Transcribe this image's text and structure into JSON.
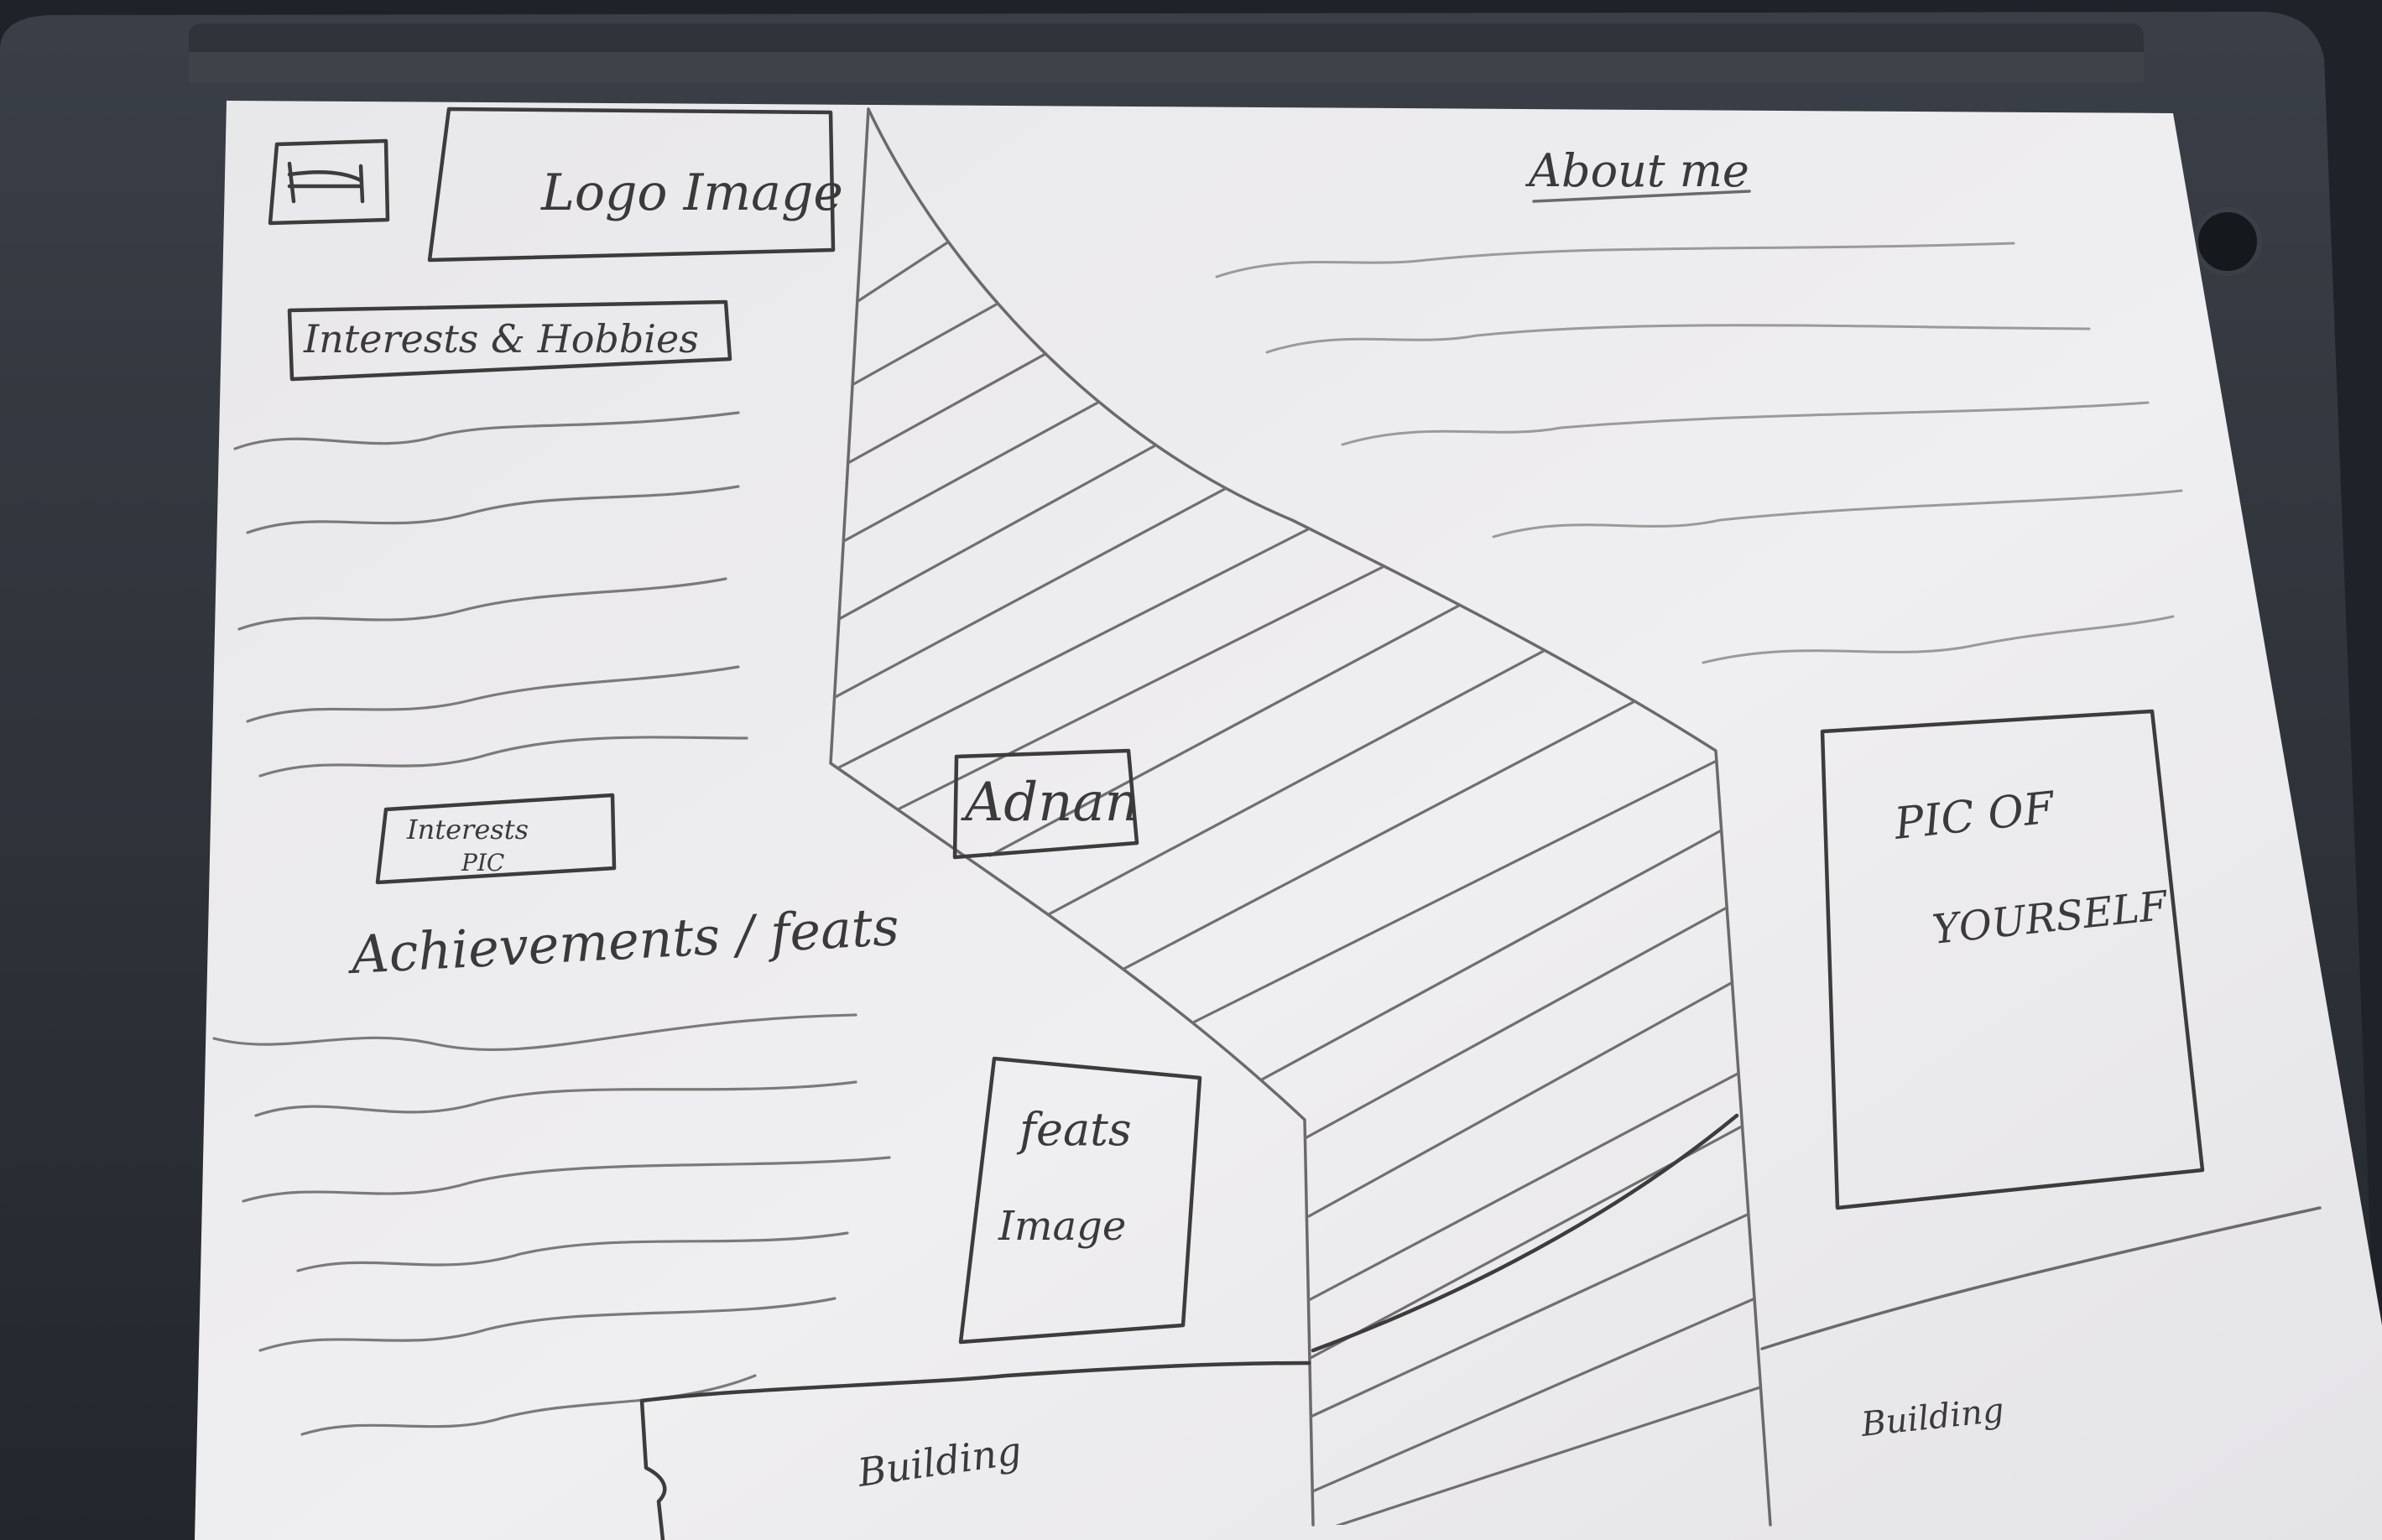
{
  "sketch": {
    "logo_mark": "H",
    "logo_image": "Logo Image",
    "interests_hobbies": "Interests & Hobbies",
    "interests_pic_line1": "Interests",
    "interests_pic_line2": "PIC",
    "achievements": "Achievements / feats",
    "about_me": "About me",
    "name": "Adnan",
    "feats_image_line1": "feats",
    "feats_image_line2": "Image",
    "pic_of_yourself_line1": "PIC OF",
    "pic_of_yourself_line2": "YOURSELF",
    "building_left": "Building",
    "building_right": "Building"
  },
  "colors": {
    "desk": "#1f2329",
    "device_frame": "#2b3038",
    "paper": "#ecebed",
    "pencil": "#3c3c3c"
  }
}
